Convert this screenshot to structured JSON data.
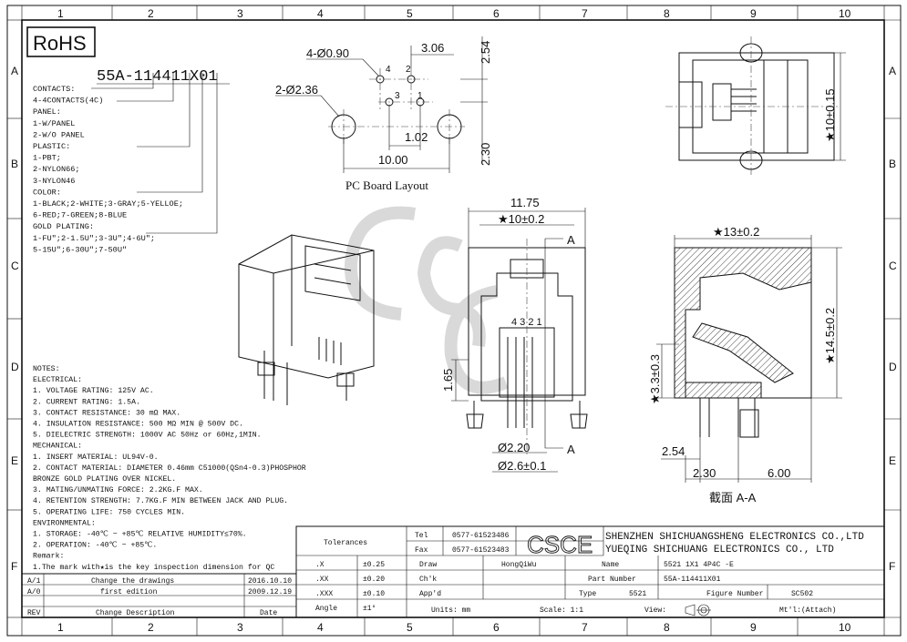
{
  "grid": {
    "columns": [
      "1",
      "2",
      "3",
      "4",
      "5",
      "6",
      "7",
      "8",
      "9",
      "10"
    ],
    "rows": [
      "A",
      "B",
      "C",
      "D",
      "E",
      "F"
    ]
  },
  "rohs": "RoHS",
  "part_code": {
    "number": "55A-114411X01",
    "lines": [
      "CONTACTS:",
      "4-4CONTACTS(4C)",
      "PANEL:",
      "1-W/PANEL",
      "2-W/O PANEL",
      "PLASTIC:",
      "1-PBT;",
      "2-NYLON66;",
      "3-NYLON46",
      "COLOR:",
      "1-BLACK;2-WHITE;3-GRAY;5-YELLOE;",
      "6-RED;7-GREEN;8-BLUE",
      "GOLD PLATING:",
      "1-FU\";2-1.5U\";3-3U\";4-6U\";",
      "5-15U\";6-30U\";7-50U\""
    ]
  },
  "pcb_layout": {
    "caption": "PC Board Layout",
    "dims": {
      "holes_small": "4-Ø0.90",
      "holes_big": "2-Ø2.36",
      "d306": "3.06",
      "d254": "2.54",
      "d102": "1.02",
      "d230": "2.30",
      "d1000": "10.00"
    },
    "pins": [
      "4",
      "2",
      "3",
      "1"
    ]
  },
  "front_view": {
    "dims": {
      "width": "11.75",
      "inner": "★10±0.2",
      "h165": "1.65",
      "d220": "Ø2.20",
      "d26": "Ø2.6±0.1",
      "section": "A"
    },
    "pins": "4 3 2 1"
  },
  "top_view": {
    "dims": {
      "d10": "★10±0.15"
    }
  },
  "section_view": {
    "dims": {
      "d13": "★13±0.2",
      "d145": "★14.5±0.2",
      "d33": "★3.3±0.3",
      "d254": "2.54",
      "d230": "2.30",
      "d600": "6.00"
    },
    "caption": "截面 A-A"
  },
  "notes": {
    "lines": [
      "NOTES:",
      "ELECTRICAL:",
      "1. VOLTAGE RATING: 125V AC.",
      "2. CURRENT RATING: 1.5A.",
      "3. CONTACT RESISTANCE: 30 mΩ MAX.",
      "4. INSULATION RESISTANCE: 500 MΩ MIN @ 500V DC.",
      "5. DIELECTRIC STRENGTH: 1000V AC 50Hz or 60Hz,1MIN.",
      "MECHANICAL:",
      "1. INSERT MATERIAL: UL94V-0.",
      "2. CONTACT MATERIAL: DIAMETER 0.46mm C51000(QSn4-0.3)PHOSPHOR",
      "                    BRONZE GOLD PLATING OVER NICKEL.",
      "3. MATING/UNMATING FORCE: 2.2KG.F MAX.",
      "4. RETENTION STRENGTH: 7.7KG.F MIN BETWEEN JACK AND PLUG.",
      "5. OPERATING LIFE: 750 CYCLES MIN.",
      "ENVIRONMENTAL:",
      "1. STORAGE: -40℃ ~ +85℃ RELATIVE HUMIDITY≤70%.",
      "2. OPERATION: -40℃ ~ +85℃.",
      "Remark:",
      "1.The mark with★is the key inspection dimension for QC"
    ]
  },
  "title_block": {
    "tolerances": "Tolerances",
    "tol_rows": [
      [
        ".X",
        "±0.25"
      ],
      [
        ".XX",
        "±0.20"
      ],
      [
        ".XXX",
        "±0.10"
      ],
      [
        "Angle",
        "±1°"
      ]
    ],
    "tel_label": "Tel",
    "tel": "0577-61523486",
    "fax_label": "Fax",
    "fax": "0577-61523483",
    "logo": "CSCE",
    "company_cn": "SHENZHEN SHICHUANGSHENG ELECTRONICS CO.,LTD",
    "company_en": "YUEQING SHICHUANG ELECTRONICS CO., LTD",
    "draw_label": "Draw",
    "draw": "HongQiWu",
    "check_label": "Ch'k",
    "app_label": "App'd",
    "units_label": "Units: mm",
    "scale_label": "Scale: 1:1",
    "view_label": "View:",
    "name_label": "Name",
    "name": "5521 1X1 4P4C -E",
    "part_label": "Part Number",
    "part": "55A-114411X01",
    "type_label": "Type",
    "type": "5521",
    "figure_label": "Figure Number",
    "figure": "SC502",
    "mtl": "Mt'l:(Attach)",
    "revisions": [
      [
        "A/1",
        "Change the drawings",
        "2016.10.10"
      ],
      [
        "A/0",
        "first edition",
        "2009.12.19"
      ]
    ],
    "rev_header": [
      "REV",
      "Change Description",
      "Date"
    ]
  }
}
